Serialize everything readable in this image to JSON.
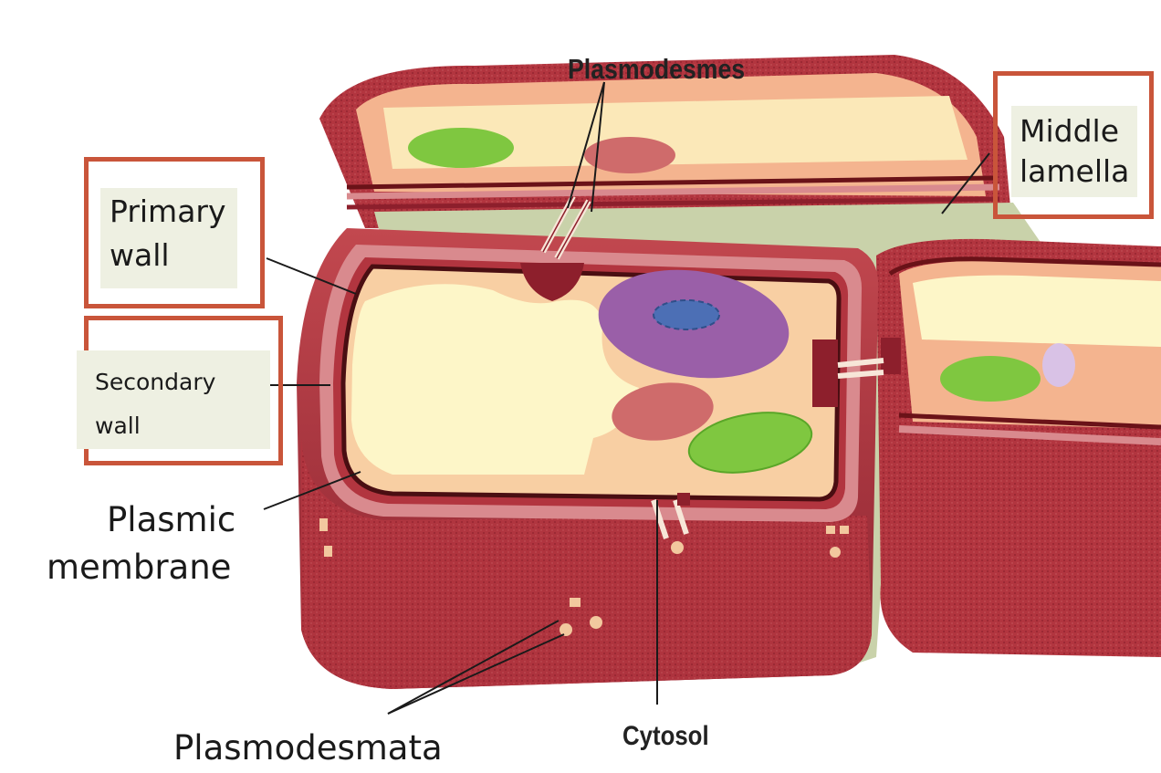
{
  "labels": {
    "plasmodesmes": "Plasmodesmes",
    "middle_lamella_line1": "Middle",
    "middle_lamella_line2": "lamella",
    "primary_wall_line1": "Primary",
    "primary_wall_line2": "wall",
    "secondary_wall_line1": "Secondary",
    "secondary_wall_line2": "wall",
    "plasmic_membrane_line1": "Plasmic",
    "plasmic_membrane_line2": "membrane",
    "plasmodesmata": "Plasmodesmata",
    "cytosol": "Cytosol"
  },
  "colors": {
    "cell_wall": "#b2353f",
    "cell_wall_dark": "#8d1f2c",
    "wall_layer_light": "#d98a8e",
    "membrane": "#4a0e12",
    "cytoplasm": "#f8cfa3",
    "vacuole": "#fdf6c8",
    "nucleus": "#9a5fa8",
    "nucleolus": "#4c6fb5",
    "chloroplast": "#7fc740",
    "mitochondrion": "#cf6b6b",
    "middle_lamella": "#c9d2aa",
    "label_box_border": "#c9553a",
    "label_box_fill": "#eef0e2"
  }
}
